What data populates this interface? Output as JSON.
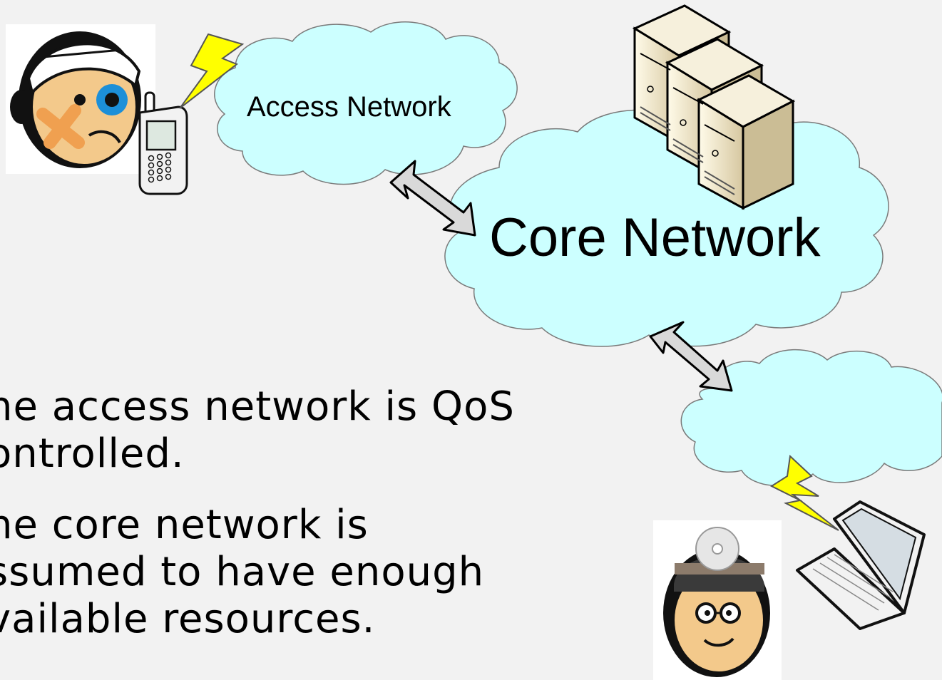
{
  "diagram": {
    "access_network_label": "Access Network",
    "core_network_label": "Core Network",
    "bullets": [
      {
        "lines": [
          "he access network is QoS",
          "ontrolled."
        ]
      },
      {
        "lines": [
          "he core network is",
          "ssumed to have enough",
          "vailable resources."
        ]
      }
    ]
  },
  "colors": {
    "background": "#f2f2f2",
    "cloud_fill": "#ccffff",
    "cloud_stroke": "#7a7a7a",
    "lightning": "#ffff00",
    "arrow_fill": "#d9d9d9",
    "server_body": "#eee4c8",
    "skin": "#f3c98b",
    "bandage": "#f0a050"
  },
  "icons": [
    "patient-icon",
    "mobile-phone-icon",
    "lightning-icon",
    "server-stack-icon",
    "laptop-icon",
    "doctor-icon",
    "double-arrow-icon",
    "cloud-icon"
  ]
}
